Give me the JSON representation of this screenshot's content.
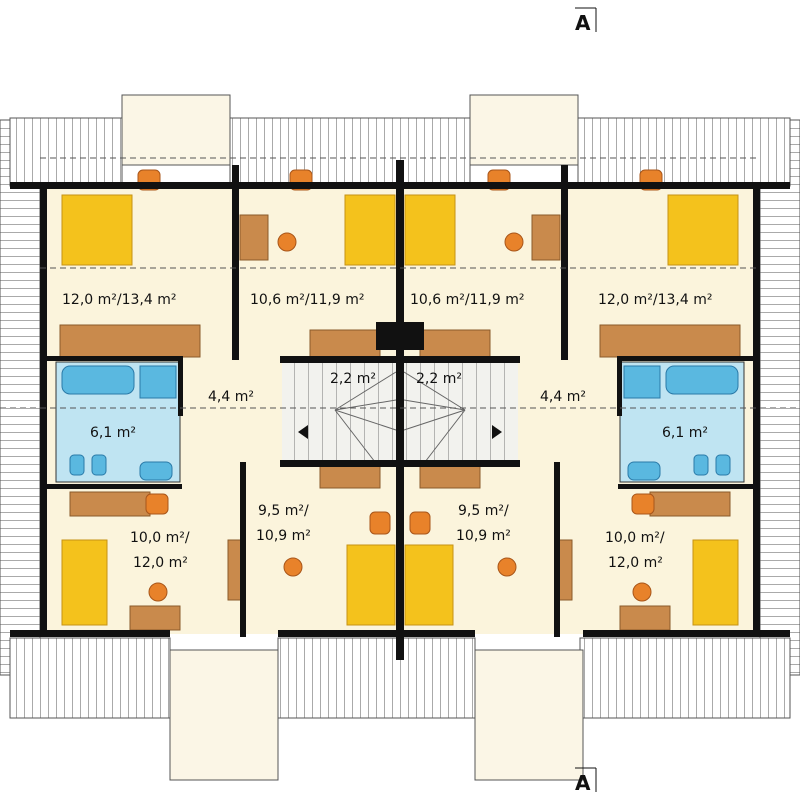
{
  "section_markers": {
    "top": "A",
    "bottom": "A"
  },
  "rooms": {
    "bedroom_top_left_outer": "12,0 m²/13,4 m²",
    "bedroom_top_left_inner": "10,6 m²/11,9 m²",
    "bedroom_top_right_inner": "10,6 m²/11,9 m²",
    "bedroom_top_right_outer": "12,0 m²/13,4 m²",
    "stair_left": "2,2 m²",
    "stair_right": "2,2 m²",
    "hall_left": "4,4 m²",
    "hall_right": "4,4 m²",
    "bath_left": "6,1 m²",
    "bath_right": "6,1 m²",
    "bedroom_bottom_left_outer": [
      "10,0 m²/",
      "12,0 m²"
    ],
    "bedroom_bottom_left_inner": [
      "9,5 m²/",
      "10,9 m²"
    ],
    "bedroom_bottom_right_inner": [
      "9,5 m²/",
      "10,9 m²"
    ],
    "bedroom_bottom_right_outer": [
      "10,0 m²/",
      "12,0 m²"
    ]
  },
  "colors": {
    "floor": "#fbf4dc",
    "bath": "#bfe4f2",
    "wall": "#111111",
    "bed": "#f4c21c",
    "furniture": "#c98a4c",
    "chair": "#e8822a"
  }
}
